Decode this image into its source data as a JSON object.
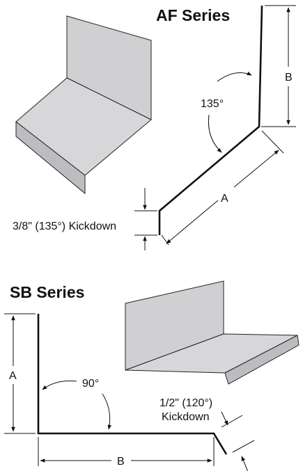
{
  "af_series": {
    "title": "AF Series",
    "label_b": "B",
    "label_a": "A",
    "angle_label": "135°",
    "kickdown_label": "3/8\" (135°) Kickdown"
  },
  "sb_series": {
    "title": "SB Series",
    "label_a": "A",
    "label_b": "B",
    "angle_label": "90°",
    "kickdown_line1": "1/2\" (120°)",
    "kickdown_line2": "Kickdown"
  }
}
